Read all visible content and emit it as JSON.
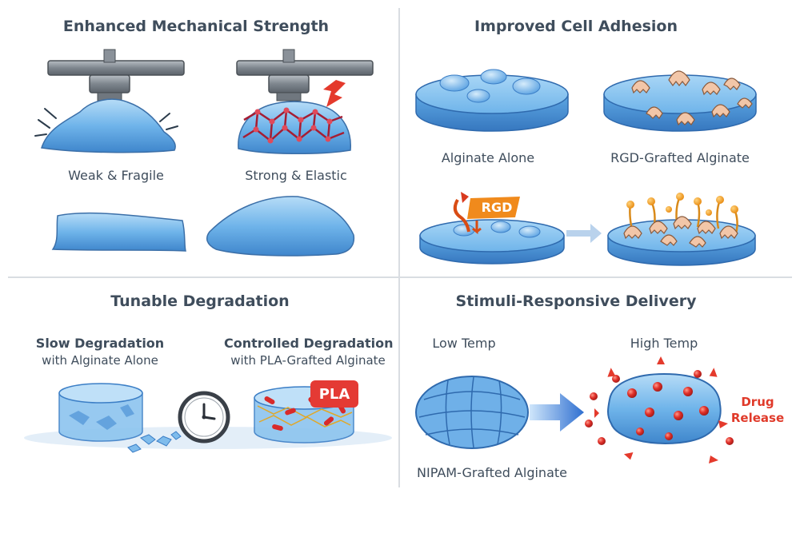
{
  "panels": {
    "mechanical": {
      "title": "Enhanced Mechanical Strength",
      "label_left": "Weak & Fragile",
      "label_right": "Strong & Elastic"
    },
    "adhesion": {
      "title": "Improved Cell Adhesion",
      "label_left": "Alginate Alone",
      "label_right": "RGD-Grafted Alginate",
      "tag": "RGD"
    },
    "degradation": {
      "title": "Tunable Degradation",
      "left_line1": "Slow Degradation",
      "left_line2": "with Alginate Alone",
      "right_line1": "Controlled Degradation",
      "right_line2": "with PLA-Grafted Alginate",
      "tag": "PLA"
    },
    "delivery": {
      "title": "Stimuli-Responsive Delivery",
      "label_low": "Low Temp",
      "label_high": "High Temp",
      "label_bottom": "NIPAM-Grafted Alginate",
      "release_line1": "Drug",
      "release_line2": "Release"
    }
  },
  "colors": {
    "gel": "#5aa7e6",
    "gel_light": "#9fd0f5",
    "gel_dark": "#3b82c9",
    "crosslink": "#c0243a",
    "accent": "#e03a2a",
    "rgd_orange": "#f08a1c",
    "cell": "#f2c6a8"
  }
}
